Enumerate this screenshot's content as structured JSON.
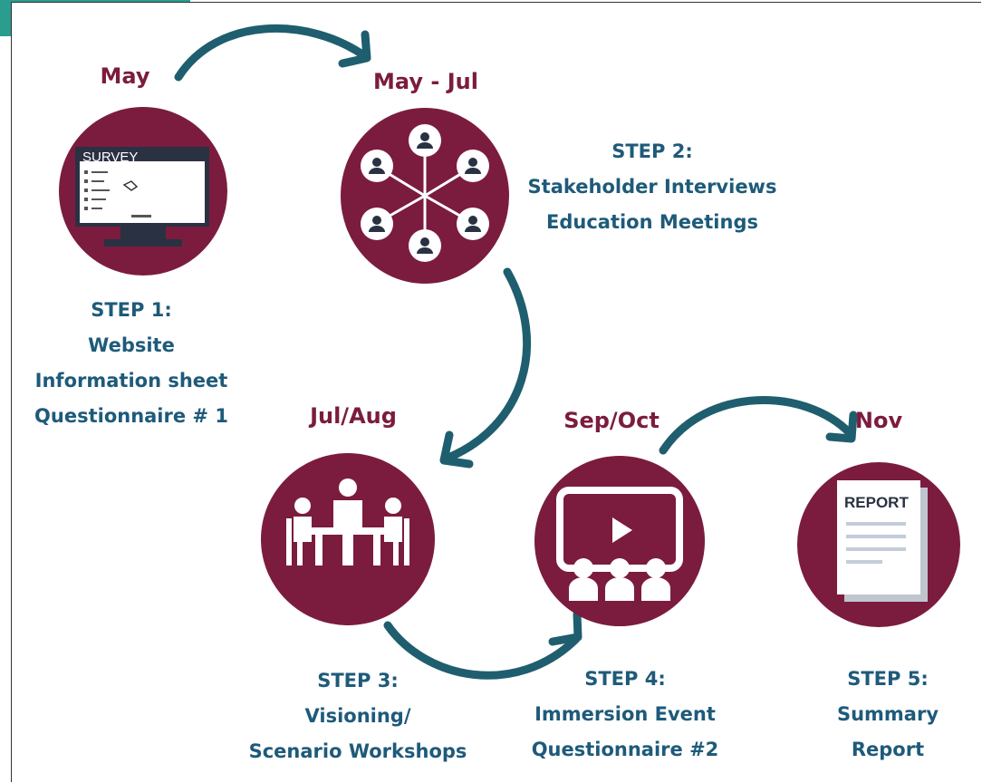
{
  "colors": {
    "maroon": "#7b1c3e",
    "teal_arrow": "#1f5e6e",
    "step_text": "#1e5a7a",
    "corner_accent": "#2a9d8f"
  },
  "steps": [
    {
      "date": "May",
      "heading": "STEP 1:",
      "lines": [
        "Website",
        "Information sheet",
        "Questionnaire # 1"
      ],
      "icon": "survey-monitor-icon",
      "screen_text": "SURVEY"
    },
    {
      "date": "May - Jul",
      "heading": "STEP 2:",
      "lines": [
        "Stakeholder Interviews",
        "Education Meetings"
      ],
      "icon": "stakeholder-network-icon"
    },
    {
      "date": "Jul/Aug",
      "heading": "STEP 3:",
      "lines": [
        "Visioning/",
        "Scenario Workshops"
      ],
      "icon": "workshop-table-icon"
    },
    {
      "date": "Sep/Oct",
      "heading": "STEP 4:",
      "lines": [
        "Immersion Event",
        "Questionnaire  #2"
      ],
      "icon": "video-audience-icon"
    },
    {
      "date": "Nov",
      "heading": "STEP 5:",
      "lines": [
        "Summary",
        "Report"
      ],
      "icon": "report-document-icon",
      "doc_text": "REPORT"
    }
  ]
}
